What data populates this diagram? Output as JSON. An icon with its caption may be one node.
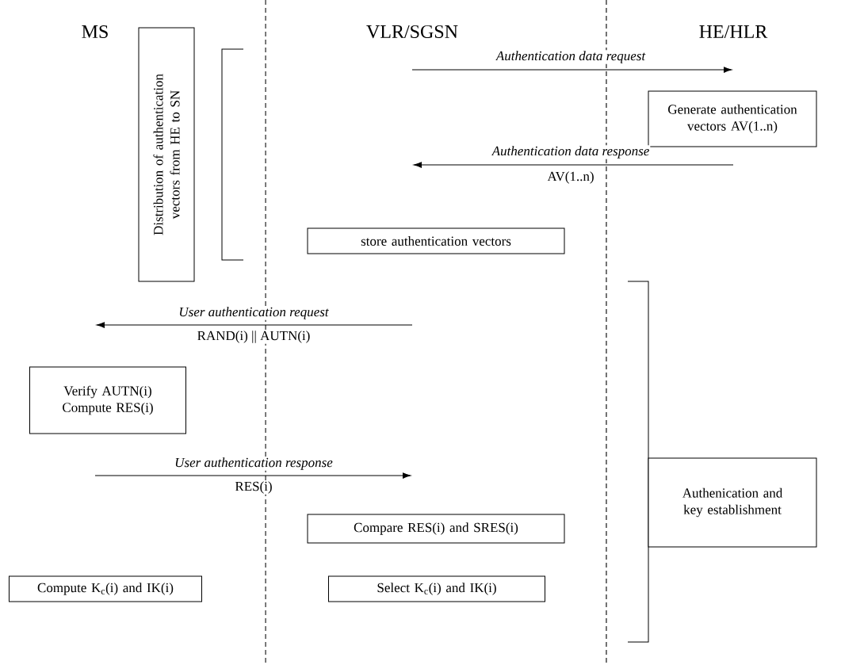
{
  "diagram": {
    "nodes": [
      {
        "text": [
          "Distribution of authentication vectors from HE to SN"
        ]
      },
      {
        "text": [
          "Generate authentication vectors AV(1..n)"
        ]
      },
      {
        "text": [
          "store authentication vectors"
        ]
      },
      {
        "text": [
          "Verify AUTN(i) Compute RES(i)"
        ]
      },
      {
        "text": [
          "Compare RES(i) and SRES(i)"
        ]
      },
      {
        "text": [
          "Compute K$_{c}$(i) and IK(i)"
        ]
      },
      {
        "text": [
          "Select K$_{c}$(i) and IK(i)"
        ]
      },
      {
        "text": [
          "Authenication and key establishment"
        ]
      }
    ],
    "labels": [
      "MS",
      "VLR/SGSN",
      "HE/HLR",
      "Authentication data request",
      "Authentication data response",
      "AV(1..n)",
      "User authentication request",
      "RAND(i) || AUTN(i)",
      "User authentication response",
      "RES(i)"
    ]
  }
}
